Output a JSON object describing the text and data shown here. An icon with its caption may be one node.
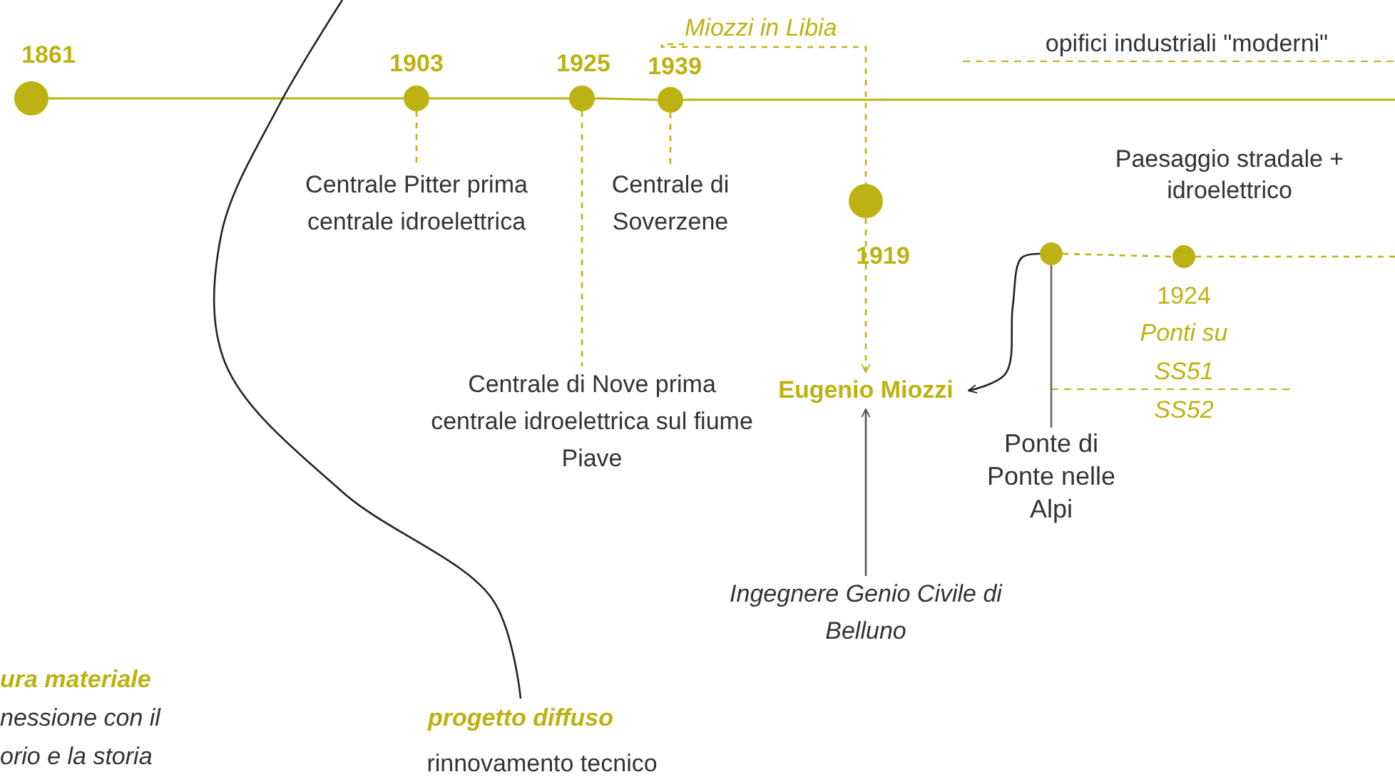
{
  "diagram": {
    "nodes": [
      {
        "text": [],
        "shape": "circle",
        "beside": [
          "1861"
        ]
      },
      {
        "text": [],
        "shape": "circle",
        "beside": [
          "1903"
        ]
      },
      {
        "text": [],
        "shape": "circle",
        "beside": [
          "1925"
        ]
      },
      {
        "text": [],
        "shape": "circle",
        "beside": [
          "1939"
        ]
      },
      {
        "text": [
          "Miozzi in Libia"
        ]
      },
      {
        "text": [],
        "shape": "circle",
        "beside": [
          "1919"
        ]
      },
      {
        "text": [
          "Centrale Pitter prima centrale idroelettrica"
        ]
      },
      {
        "text": [
          "Centrale di Soverzene"
        ]
      },
      {
        "text": [
          "Centrale di Nove prima centrale idroelettrica sul fiume Piave"
        ]
      },
      {
        "text": [
          "Eugenio Miozzi"
        ]
      },
      {
        "text": [
          "Ingegnere Genio Civile di Belluno"
        ]
      },
      {
        "text": [],
        "shape": "circle"
      },
      {
        "text": [],
        "shape": "circle",
        "beside": [
          "1924"
        ]
      },
      {
        "text": [
          "Ponte di Ponte nelle Alpi"
        ]
      },
      {
        "text": [
          "progetto diffuso"
        ]
      }
    ],
    "edges": [
      {
        "from": 0,
        "to": 1,
        "arrow": "none"
      },
      {
        "from": 1,
        "to": 2,
        "arrow": "none"
      },
      {
        "from": 2,
        "to": 3,
        "arrow": "none"
      },
      {
        "from": 3,
        "to": null,
        "arrow": "none"
      },
      {
        "from": 1,
        "to": 6,
        "arrow": "none",
        "style": "dashed"
      },
      {
        "from": 2,
        "to": 8,
        "arrow": "none",
        "style": "dashed"
      },
      {
        "from": 3,
        "to": 7,
        "arrow": "none",
        "style": "dashed"
      },
      {
        "from": 4,
        "to": 5,
        "arrow": "none",
        "style": "dashed"
      },
      {
        "from": 5,
        "to": 9,
        "arrow": "to",
        "style": "dashed"
      },
      {
        "from": 10,
        "to": 9,
        "arrow": "to",
        "color": "#555555"
      },
      {
        "from": 11,
        "to": 9,
        "arrow": "to",
        "color": "#222222"
      },
      {
        "from": 11,
        "to": 13,
        "arrow": "none",
        "color": "#666666"
      },
      {
        "from": 11,
        "to": 12,
        "arrow": "none",
        "style": "dashed"
      },
      {
        "from": 12,
        "to": null,
        "arrow": "none",
        "style": "dashed"
      },
      {
        "from": null,
        "to": 14,
        "arrow": "none",
        "color": "#222222"
      }
    ],
    "labels": [
      "opifici industriali \"moderni\"",
      "Paesaggio stradale + idroelettrico",
      "Ponti su",
      "SS51",
      "SS52",
      "ura materiale",
      "nessione con il",
      "orio e la storia",
      "rinnovamento tecnico"
    ]
  }
}
